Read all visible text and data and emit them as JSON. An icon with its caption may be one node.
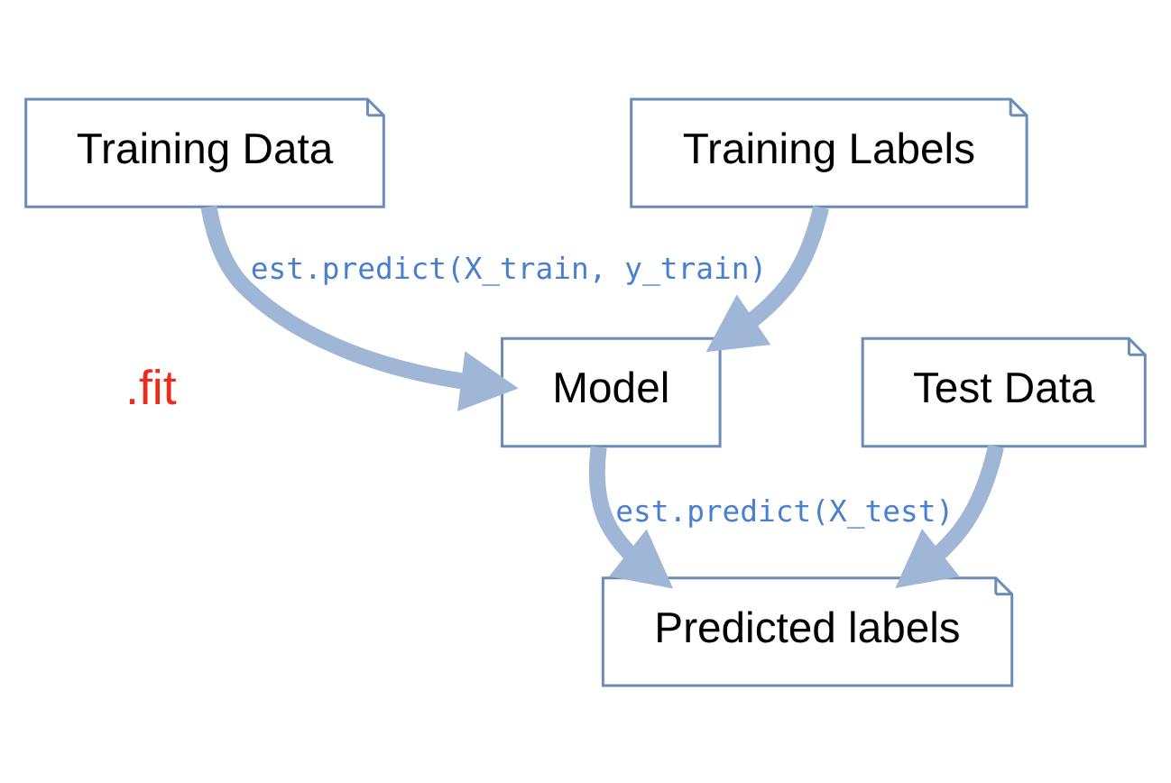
{
  "diagram": {
    "nodes": [
      {
        "text": [
          "Training Data"
        ]
      },
      {
        "text": [
          "Training Labels"
        ]
      },
      {
        "text": [
          "Model"
        ]
      },
      {
        "text": [
          "Test Data"
        ]
      },
      {
        "text": [
          "Predicted labels"
        ]
      }
    ],
    "edges": [
      {
        "from": 0,
        "to": 2,
        "arrow": "to",
        "label": "est.predict(X_train, y_train)"
      },
      {
        "from": 1,
        "to": 2,
        "arrow": "to"
      },
      {
        "from": 2,
        "to": 4,
        "arrow": "to",
        "label": "est.predict(X_test)"
      },
      {
        "from": 3,
        "to": 4,
        "arrow": "to"
      }
    ],
    "labels": [
      ".fit"
    ]
  }
}
